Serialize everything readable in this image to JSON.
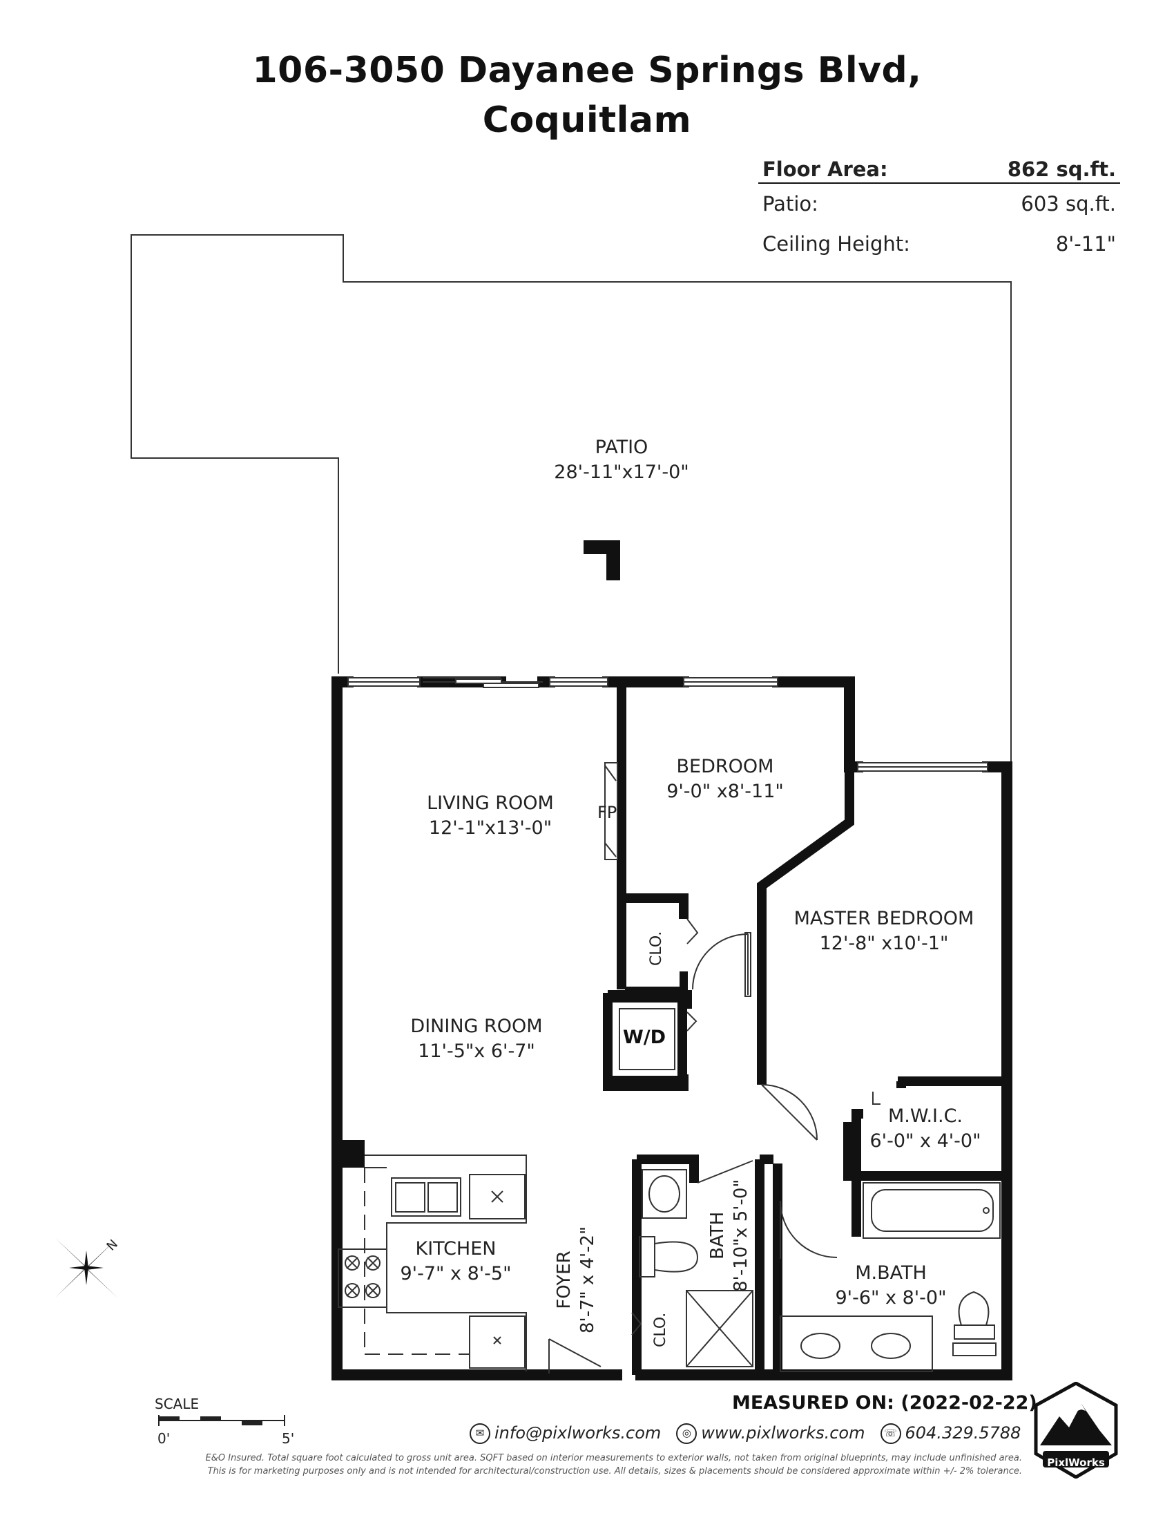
{
  "header": {
    "address_line1": "106-3050 Dayanee Springs Blvd,",
    "address_line2": "Coquitlam"
  },
  "stats": [
    {
      "label": "Floor Area:",
      "value": "862 sq.ft."
    },
    {
      "label": "Patio:",
      "value": "603 sq.ft."
    },
    {
      "label": "Ceiling Height:",
      "value": "8'-11\""
    }
  ],
  "rooms": {
    "patio": {
      "name": "PATIO",
      "dims": "28'-11\"x17'-0\""
    },
    "living": {
      "name": "LIVING ROOM",
      "dims": "12'-1\"x13'-0\""
    },
    "bedroom": {
      "name": "BEDROOM",
      "dims": "9'-0\" x8'-11\""
    },
    "master": {
      "name": "MASTER BEDROOM",
      "dims": "12'-8\"  x10'-1\""
    },
    "dining": {
      "name": "DINING ROOM",
      "dims": "11'-5\"x  6'-7\""
    },
    "mwic": {
      "name": "M.W.I.C.",
      "dims": "6'-0\" x  4'-0\""
    },
    "kitchen": {
      "name": "KITCHEN",
      "dims": "9'-7\"   x 8'-5\""
    },
    "mbath": {
      "name": "M.BATH",
      "dims": "9'-6\" x 8'-0\""
    },
    "bath": {
      "name": "BATH",
      "dims": "8'-10\"x 5'-0\""
    },
    "foyer": {
      "name": "FOYER",
      "dims": "8'-7\" x 4'-2\""
    },
    "clo1": {
      "name": "CLO."
    },
    "clo2": {
      "name": "CLO."
    },
    "wd": {
      "name": "W/D"
    },
    "fp": {
      "name": "FP"
    }
  },
  "compass": {
    "label": "N"
  },
  "scale": {
    "title": "SCALE",
    "start": "0'",
    "end": "5'"
  },
  "footer": {
    "measured": "MEASURED ON: (2022-02-22)",
    "email": "info@pixlworks.com",
    "website": "www.pixlworks.com",
    "phone": "604.329.5788",
    "disclaimer1": "E&O Insured.  Total square foot calculated to gross unit area. SQFT based on interior measurements to exterior walls, not taken from original blueprints, may include unfinished area.",
    "disclaimer2": "This is for marketing purposes only and is not intended for architectural/construction use.  All details, sizes & placements should be considered approximate within +/- 2% tolerance.",
    "logo": "PixlWorks"
  },
  "colors": {
    "wall": "#111111",
    "line": "#333333"
  }
}
